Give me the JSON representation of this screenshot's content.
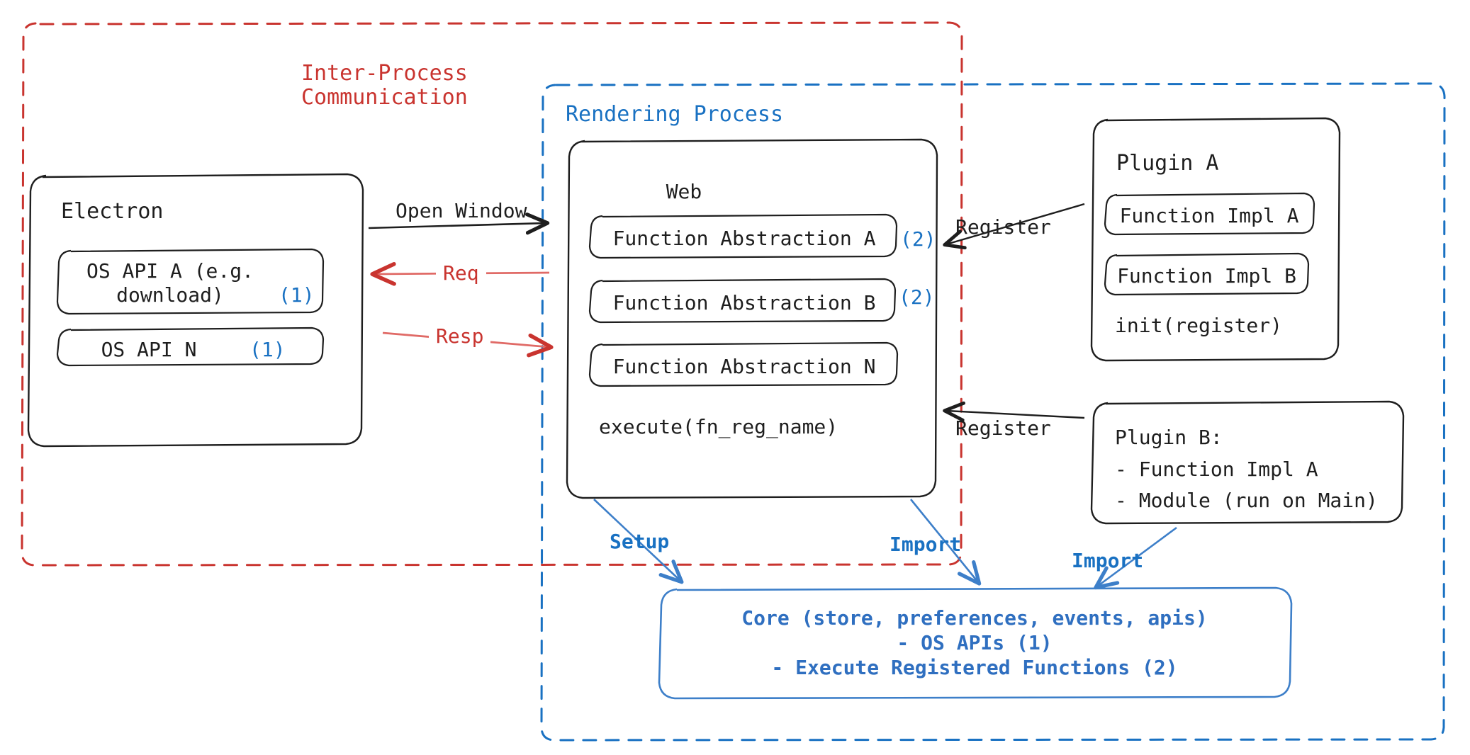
{
  "diagram": {
    "title": "Electron Plugin Architecture",
    "colors": {
      "ipc_red": "#c9342f",
      "render_blue": "#1971c2",
      "core_blue": "#2f6fc0",
      "box_black": "#1e1e1e",
      "background": "#ffffff"
    },
    "regions": [
      {
        "id": "ipc",
        "label": "Inter-Process\nCommunication",
        "label_line1": "Inter-Process",
        "label_line2": "Communication",
        "style": "dashed",
        "color": "#c9342f"
      },
      {
        "id": "rendering",
        "label": "Rendering Process",
        "style": "dashed",
        "color": "#1971c2"
      }
    ],
    "electron": {
      "title": "Electron",
      "apis": [
        {
          "label_line1": "OS API A (e.g.",
          "label_line2": "download)",
          "marker": "(1)"
        },
        {
          "label_line1": "OS API N",
          "label_line2": "",
          "marker": "(1)"
        }
      ]
    },
    "web": {
      "title": "Web",
      "abstractions": [
        {
          "label": "Function Abstraction A",
          "marker": "(2)"
        },
        {
          "label": "Function Abstraction B",
          "marker": "(2)"
        },
        {
          "label": "Function Abstraction N",
          "marker": ""
        }
      ],
      "footer": "execute(fn_reg_name)"
    },
    "plugin_a": {
      "title": "Plugin A",
      "items": [
        "Function Impl A",
        "Function Impl B"
      ],
      "footer": "init(register)"
    },
    "plugin_b": {
      "title": "Plugin B:",
      "lines": [
        "- Function Impl A",
        "- Module (run on Main)"
      ]
    },
    "core": {
      "line1": "Core (store, preferences, events, apis)",
      "line2": "- OS APIs (1)",
      "line3": "- Execute Registered Functions (2)"
    },
    "edges": [
      {
        "id": "open-window",
        "label": "Open Window",
        "color": "#1e1e1e",
        "from": "electron",
        "to": "web"
      },
      {
        "id": "req",
        "label": "Req",
        "color": "#c9342f",
        "from": "web",
        "to": "electron"
      },
      {
        "id": "resp",
        "label": "Resp",
        "color": "#c9342f",
        "from": "electron",
        "to": "web"
      },
      {
        "id": "register-a",
        "label": "Register",
        "color": "#1e1e1e",
        "from": "plugin_a",
        "to": "web"
      },
      {
        "id": "register-b",
        "label": "Register",
        "color": "#1e1e1e",
        "from": "plugin_b",
        "to": "web"
      },
      {
        "id": "setup",
        "label": "Setup",
        "color": "#1971c2",
        "from": "web",
        "to": "core"
      },
      {
        "id": "import-web",
        "label": "Import",
        "color": "#1971c2",
        "from": "web",
        "to": "core"
      },
      {
        "id": "import-plugin",
        "label": "Import",
        "color": "#1971c2",
        "from": "plugin_b",
        "to": "core"
      }
    ]
  }
}
